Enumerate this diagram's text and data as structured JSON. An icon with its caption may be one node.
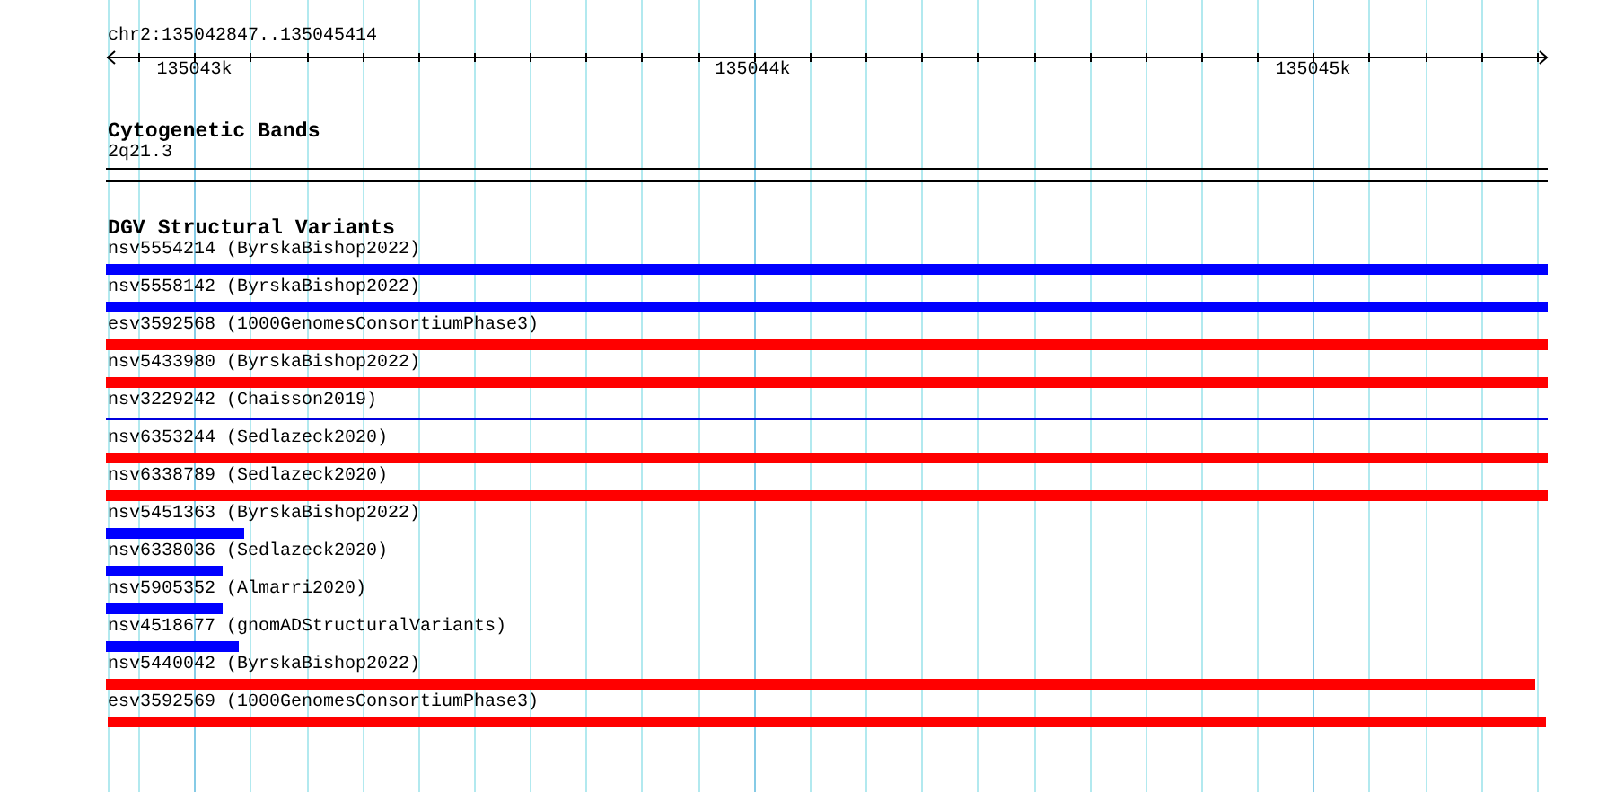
{
  "diagram": {
    "labels": [
      "chr2:135042847..135045414",
      "135043k",
      "135044k",
      "135045k",
      "Cytogenetic Bands",
      "2q21.3",
      "DGV Structural Variants",
      "nsv5554214 (ByrskaBishop2022)",
      "nsv5558142 (ByrskaBishop2022)",
      "esv3592568 (1000GenomesConsortiumPhase3)",
      "nsv5433980 (ByrskaBishop2022)",
      "nsv3229242 (Chaisson2019)",
      "nsv6353244 (Sedlazeck2020)",
      "nsv6338789 (Sedlazeck2020)",
      "nsv5451363 (ByrskaBishop2022)",
      "nsv6338036 (Sedlazeck2020)",
      "nsv5905352 (Almarri2020)",
      "nsv4518677 (gnomADStructuralVariants)",
      "nsv5440042 (ByrskaBishop2022)",
      "esv3592569 (1000GenomesConsortiumPhase3)"
    ]
  }
}
